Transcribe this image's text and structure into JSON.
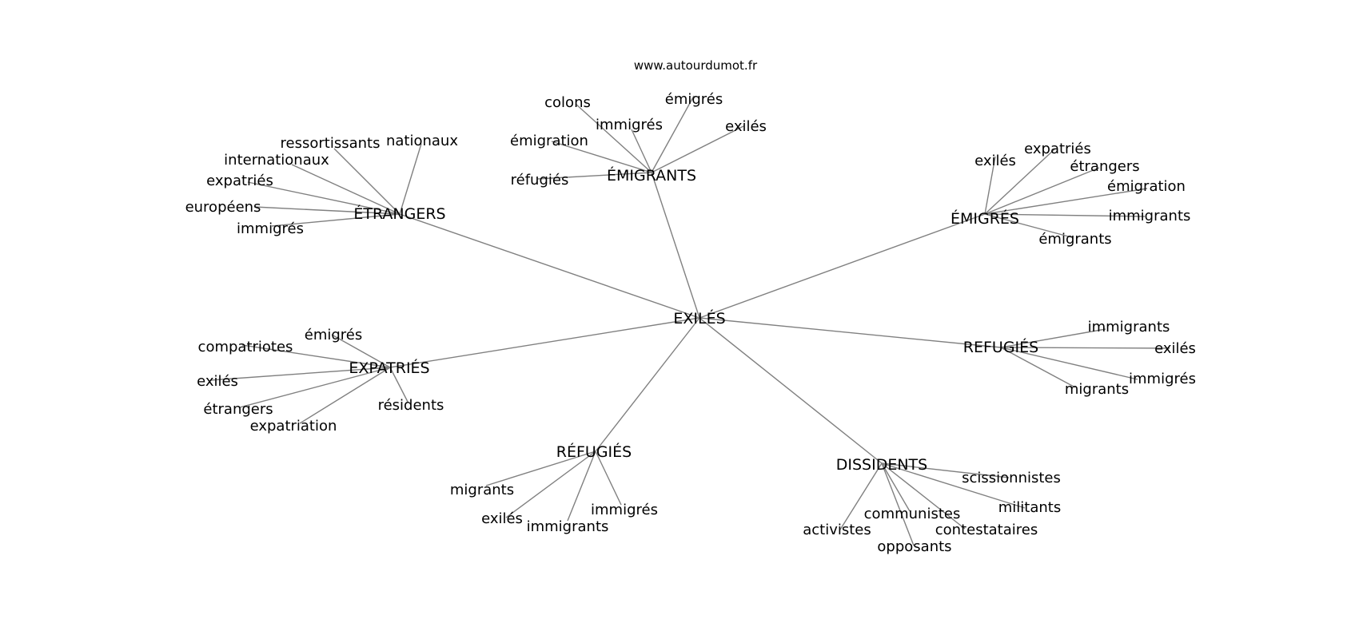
{
  "source": "www.autourdumot.fr",
  "center": "EXILÉS",
  "clusters": [
    {
      "hub": "ÉTRANGERS",
      "leaves": [
        "ressortissants",
        "nationaux",
        "internationaux",
        "expatriés",
        "européens",
        "immigrés"
      ]
    },
    {
      "hub": "ÉMIGRANTS",
      "leaves": [
        "colons",
        "émigrés",
        "immigrés",
        "exilés",
        "émigration",
        "réfugiés"
      ]
    },
    {
      "hub": "ÉMIGRÉS",
      "leaves": [
        "exilés",
        "expatriés",
        "étrangers",
        "émigration",
        "immigrants",
        "émigrants"
      ]
    },
    {
      "hub": "EXPATRIÉS",
      "leaves": [
        "émigrés",
        "compatriotes",
        "exilés",
        "étrangers",
        "expatriation",
        "résidents"
      ]
    },
    {
      "hub": "REFUGIÉS",
      "leaves": [
        "immigrants",
        "exilés",
        "immigrés",
        "migrants"
      ]
    },
    {
      "hub": "RÉFUGIÉS",
      "leaves": [
        "migrants",
        "exilés",
        "immigrants",
        "immigrés"
      ]
    },
    {
      "hub": "DISSIDENTS",
      "leaves": [
        "scissionnistes",
        "militants",
        "communistes",
        "contestataires",
        "activistes",
        "opposants"
      ]
    }
  ]
}
